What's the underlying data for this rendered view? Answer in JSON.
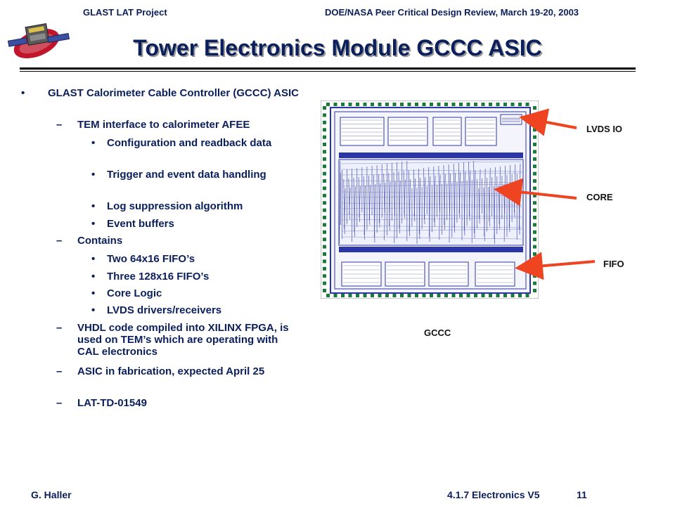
{
  "header": {
    "project": "GLAST LAT Project",
    "review": "DOE/NASA Peer Critical Design Review, March 19-20, 2003"
  },
  "title": "Tower Electronics Module GCCC ASIC",
  "bullets": [
    {
      "level": 1,
      "marker": "•",
      "text": "GLAST Calorimeter Cable Controller (GCCC) ASIC"
    },
    {
      "level": 2,
      "marker": "–",
      "text": "TEM interface to calorimeter AFEE"
    },
    {
      "level": 3,
      "marker": "•",
      "text": "Configuration and readback data"
    },
    {
      "level": 3,
      "marker": "•",
      "text": "Trigger and event data handling"
    },
    {
      "level": 3,
      "marker": "•",
      "text": "Log suppression algorithm"
    },
    {
      "level": 3,
      "marker": "•",
      "text": "Event buffers"
    },
    {
      "level": 2,
      "marker": "–",
      "text": "Contains"
    },
    {
      "level": 3,
      "marker": "•",
      "text": "Two 64x16 FIFO’s"
    },
    {
      "level": 3,
      "marker": "•",
      "text": "Three 128x16 FIFO’s"
    },
    {
      "level": 3,
      "marker": "•",
      "text": "Core Logic"
    },
    {
      "level": 3,
      "marker": "•",
      "text": "LVDS drivers/receivers"
    },
    {
      "level": 2,
      "marker": "–",
      "text": "VHDL code compiled into XILINX FPGA, is used on TEM’s which are operating with CAL electronics"
    },
    {
      "level": 2,
      "marker": "–",
      "text": "ASIC in fabrication, expected April 25"
    },
    {
      "level": 2,
      "marker": "–",
      "text": "LAT-TD-01549"
    }
  ],
  "figure": {
    "labels": {
      "lvds": "LVDS IO",
      "core": "CORE",
      "fifo": "FIFO"
    },
    "caption": "GCCC",
    "arrow_color": "#ee4422",
    "chip_color": "#2b35a8",
    "pad_color": "#1a7a3a"
  },
  "footer": {
    "author": "G. Haller",
    "section": "4.1.7 Electronics  V5",
    "page": "11"
  }
}
